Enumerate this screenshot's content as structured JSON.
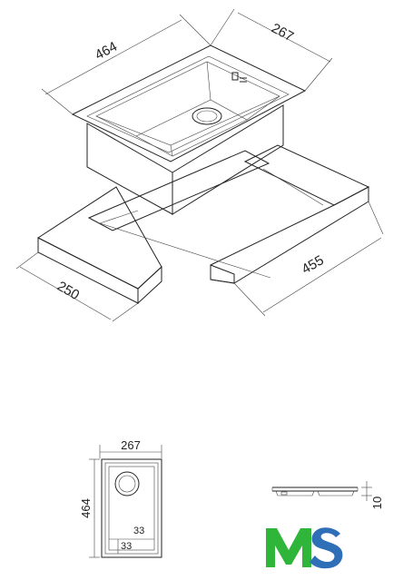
{
  "iso_view": {
    "dim_length": "464",
    "dim_width": "267",
    "dim_cabinet_width": "455",
    "dim_cabinet_depth": "250"
  },
  "plan_view": {
    "dim_width": "267",
    "dim_length": "464",
    "dim_offset_a": "33",
    "dim_offset_b": "33"
  },
  "side_view": {
    "dim_thickness": "10"
  },
  "logo": {
    "text": "MS",
    "letter_m_color": "#2fb53a",
    "letter_s_color": "#2e6fb7"
  },
  "colors": {
    "line": "#222222",
    "background": "#ffffff"
  }
}
